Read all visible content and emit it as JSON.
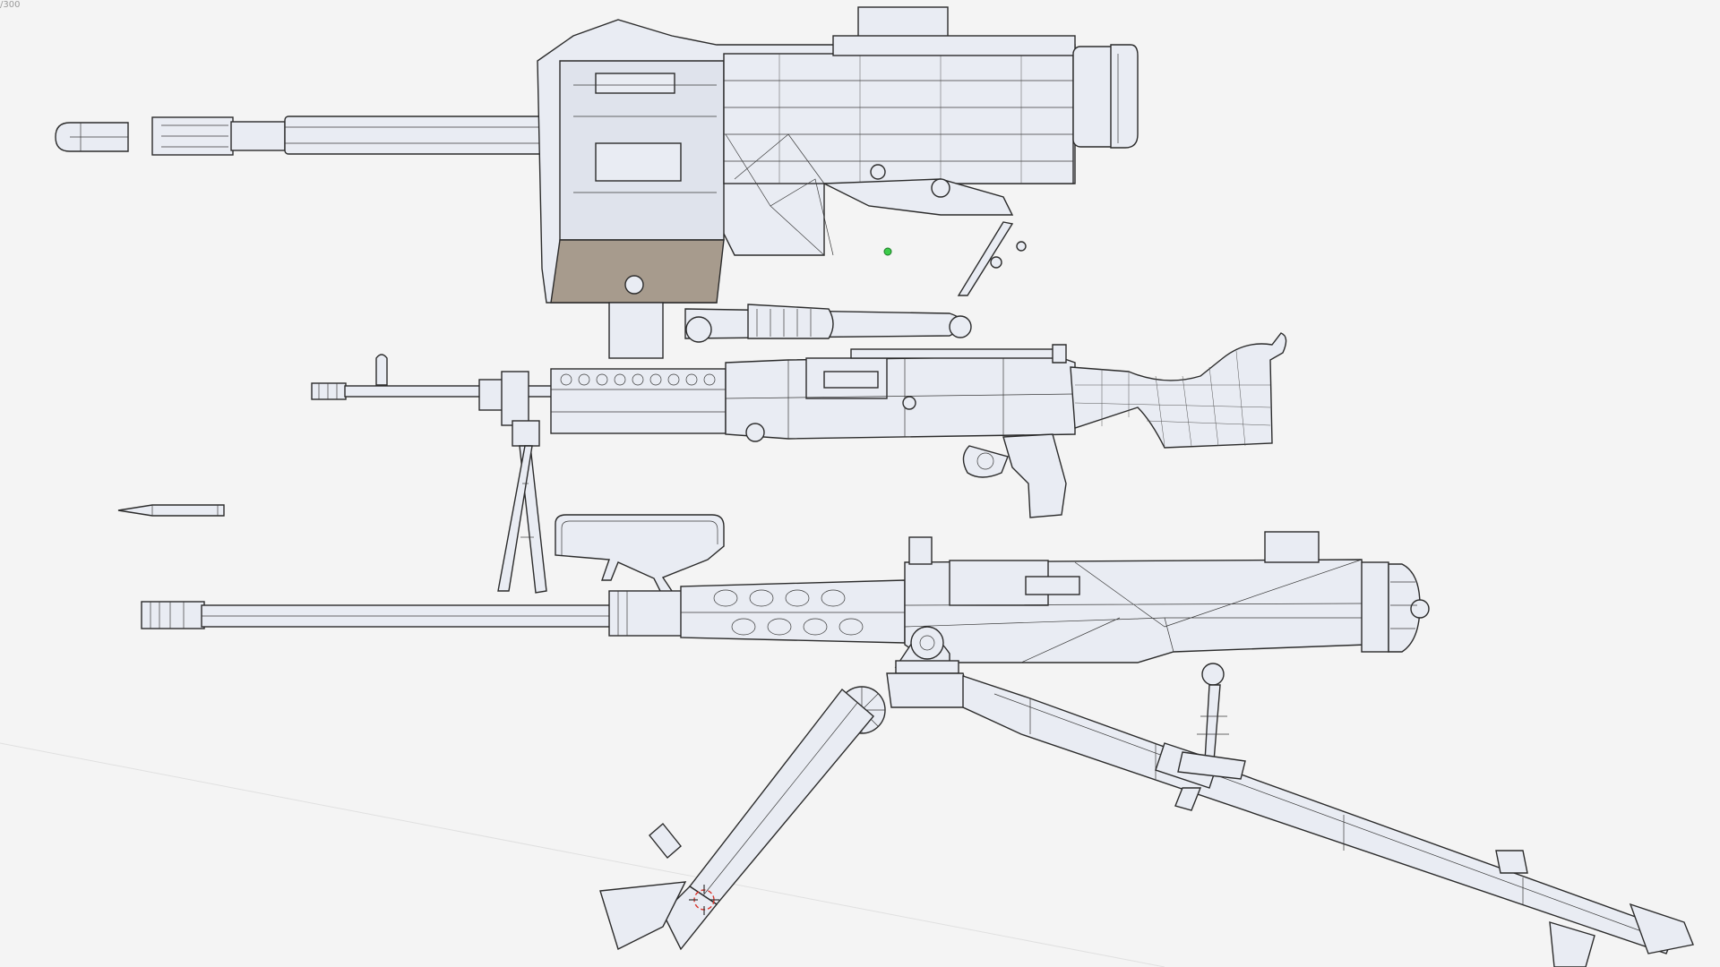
{
  "viewport": {
    "corner_label": "/300",
    "background": "#f4f4f4",
    "mesh_fill": "#e9ecf3",
    "wire_color": "#2b2b2b",
    "shaded_face": "#a79b8d",
    "active_vertex_color": "#3ccb4a",
    "cursor_color": "#d9342b"
  },
  "objects": [
    {
      "name": "automatic-grenade-launcher",
      "display": "wireframe"
    },
    {
      "name": "grenade-round",
      "display": "wireframe"
    },
    {
      "name": "general-purpose-machine-gun",
      "display": "wireframe"
    },
    {
      "name": "rifle-cartridge",
      "display": "wireframe"
    },
    {
      "name": "heavy-machine-gun",
      "display": "wireframe"
    },
    {
      "name": "tripod-mount",
      "display": "wireframe"
    }
  ],
  "tools": {
    "cursor": "3d-cursor-crosshair",
    "selection": "active-vertex-dot"
  }
}
